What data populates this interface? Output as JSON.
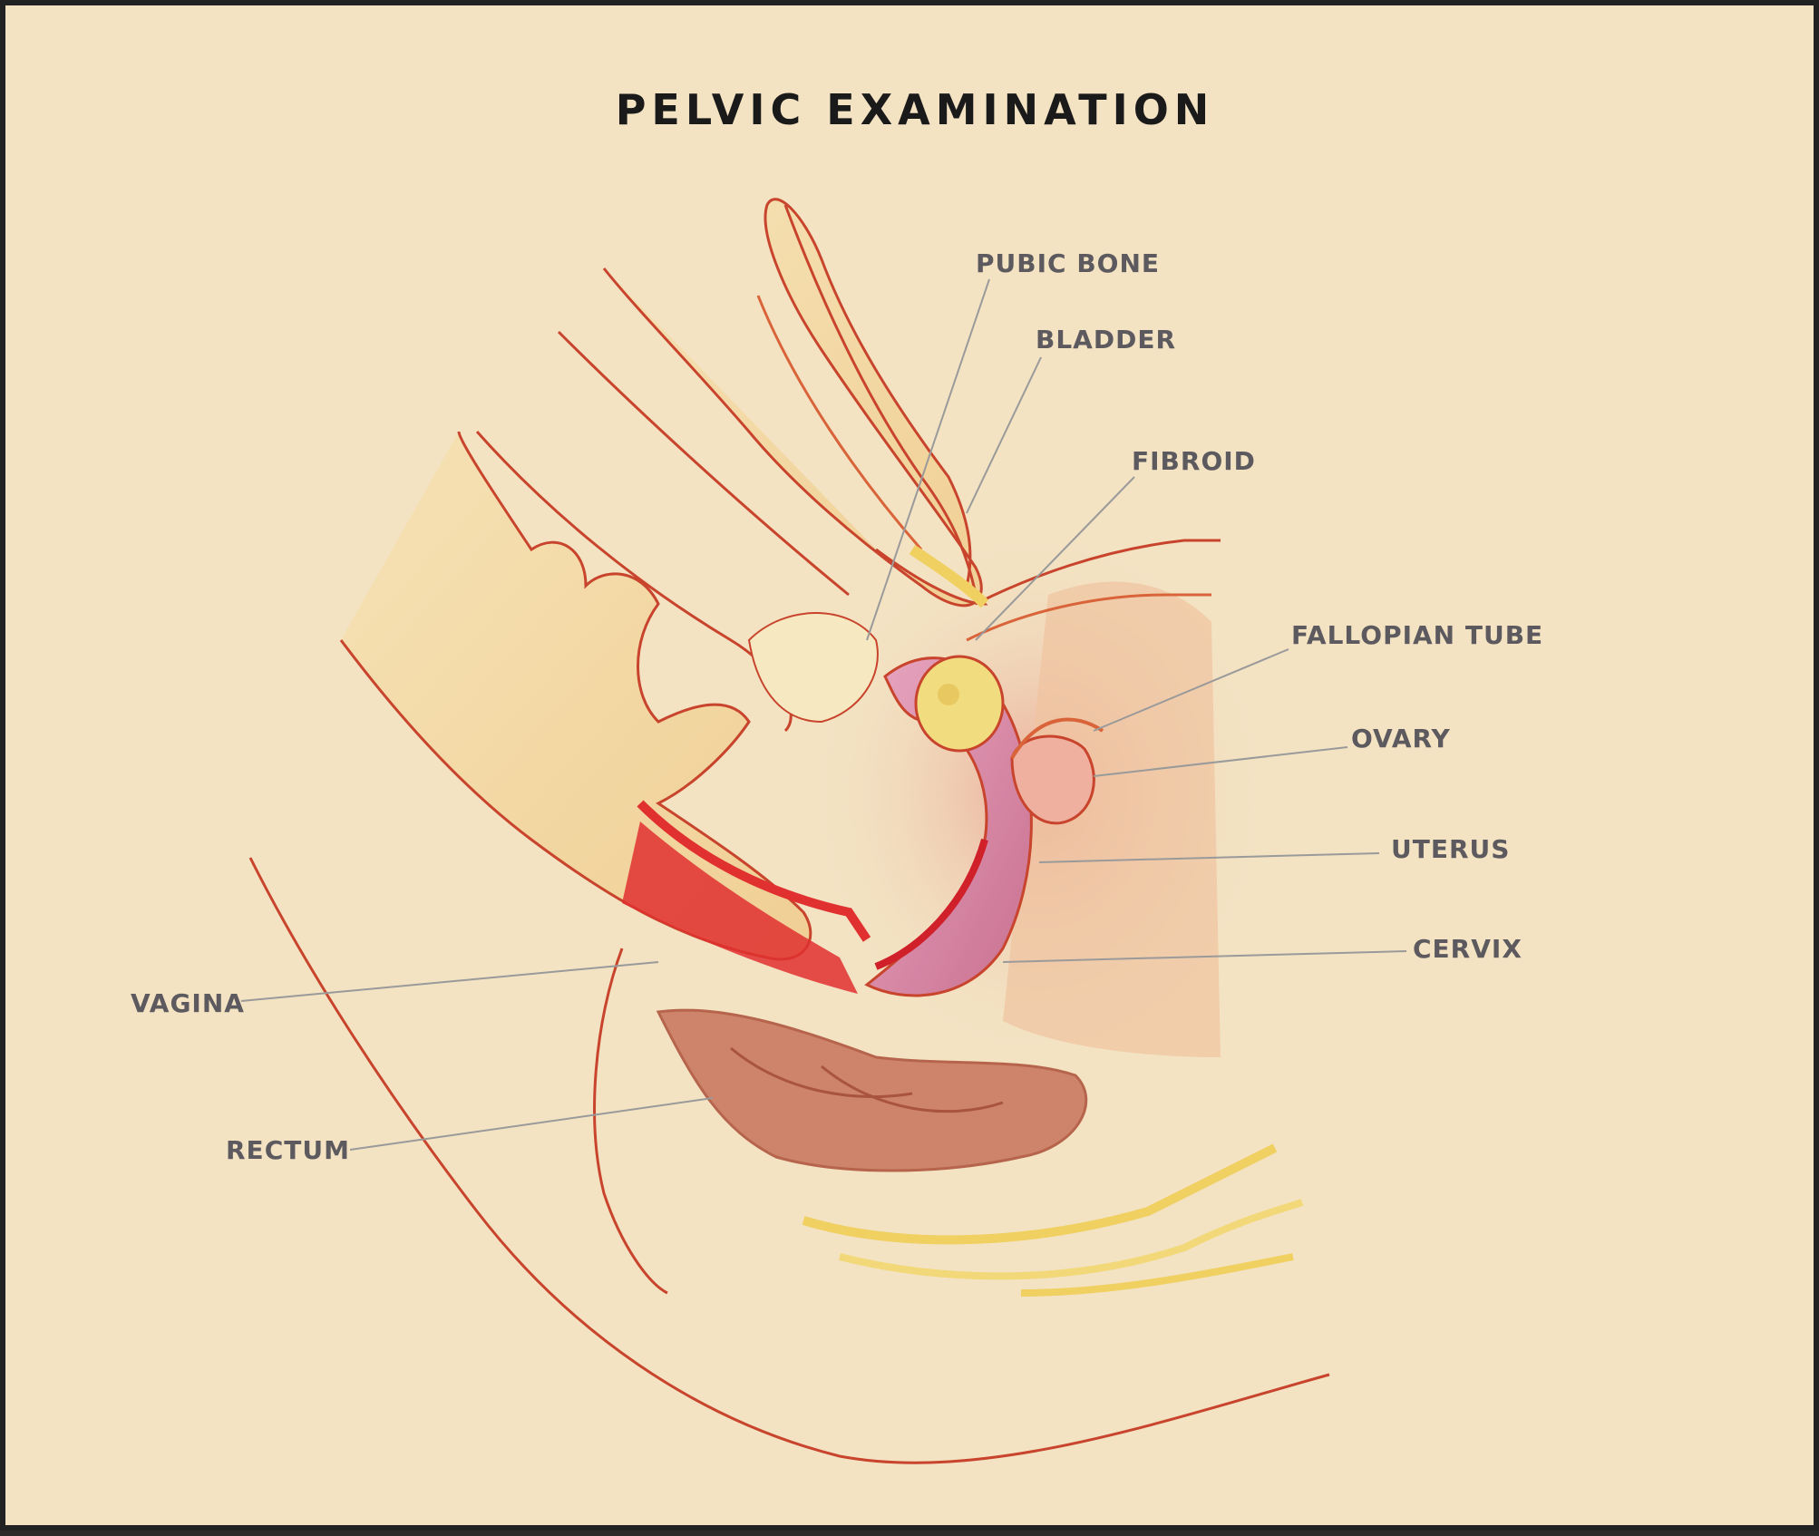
{
  "title": "PELVIC EXAMINATION",
  "labels": {
    "pubic_bone": "PUBIC BONE",
    "bladder": "BLADDER",
    "fibroid": "FIBROID",
    "fallopian_tube": "FALLOPIAN TUBE",
    "ovary": "OVARY",
    "uterus": "UTERUS",
    "cervix": "CERVIX",
    "vagina": "VAGINA",
    "rectum": "RECTUM"
  },
  "colors": {
    "background": "#f3e3c3",
    "outline": "#c8442c",
    "tissue_red": "#e03030",
    "uterus_pink": "#d98aa8",
    "rectum_brown": "#c97a62",
    "bone_yellow": "#f0d060",
    "leader_line": "#9a9a9a"
  }
}
